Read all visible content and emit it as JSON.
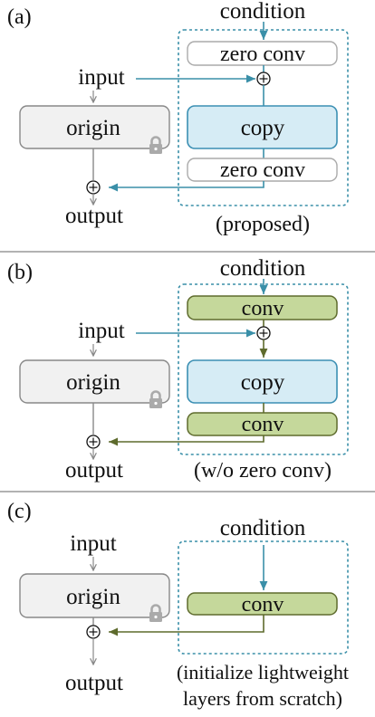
{
  "panels": [
    {
      "label": "(a)",
      "condition": "condition",
      "input": "input",
      "origin": "origin",
      "output": "output",
      "top_block": "zero conv",
      "copy": "copy",
      "bottom_block": "zero conv",
      "caption": "(proposed)"
    },
    {
      "label": "(b)",
      "condition": "condition",
      "input": "input",
      "origin": "origin",
      "output": "output",
      "top_block": "conv",
      "copy": "copy",
      "bottom_block": "conv",
      "caption": "(w/o zero conv)"
    },
    {
      "label": "(c)",
      "condition": "condition",
      "input": "input",
      "origin": "origin",
      "output": "output",
      "conv": "conv",
      "caption_line1": "(initialize lightweight",
      "caption_line2": "layers from scratch)"
    }
  ],
  "colors": {
    "teal": "#3a8fa8",
    "olive": "#5e6b2d",
    "copy_fill": "#d6ecf5",
    "copy_stroke": "#3b8fb3",
    "conv_fill": "#c5d89b",
    "conv_stroke": "#5e6b2d",
    "origin_fill": "#f1f1f1",
    "origin_stroke": "#888888",
    "zero_stroke": "#aaaaaa",
    "dashed_box": "#3a8fa8",
    "gray_arrow": "#888888",
    "separator": "#999999",
    "lock": "#aaaaaa"
  },
  "icons": [
    "lock-icon",
    "plus-circle-icon"
  ]
}
